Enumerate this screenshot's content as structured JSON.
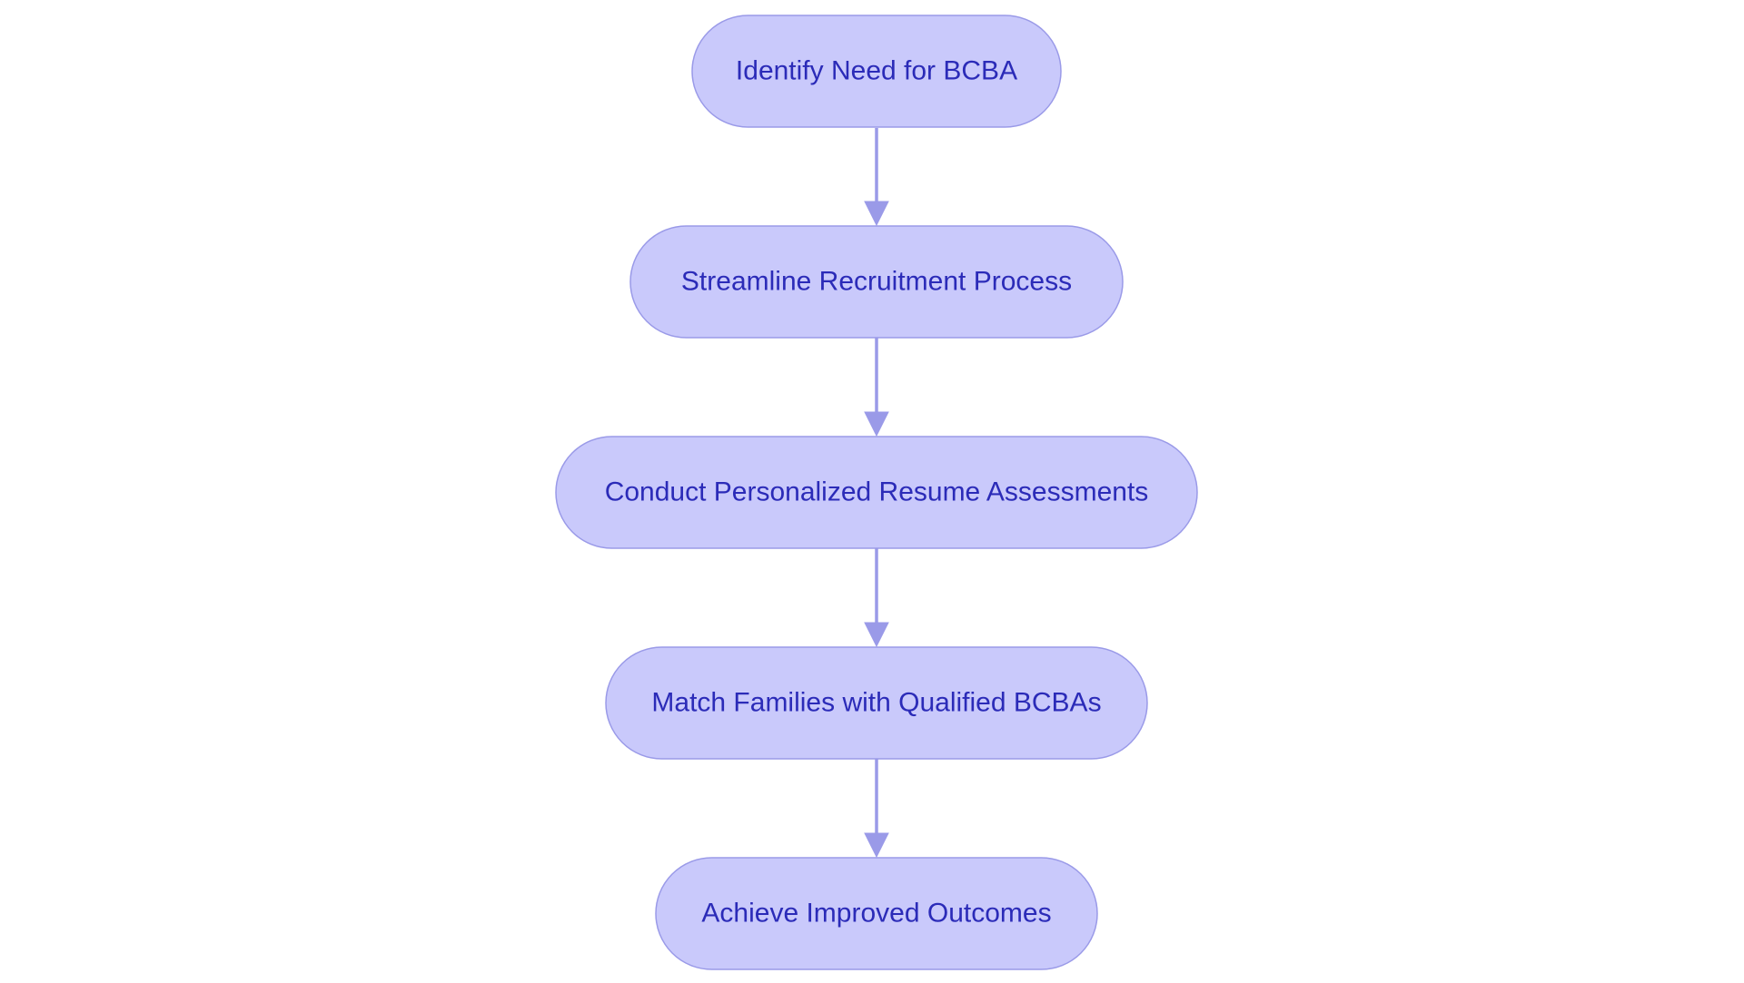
{
  "diagram": {
    "colors": {
      "node_fill": "#c9c9fb",
      "node_stroke": "#9a9ae8",
      "text": "#2b2bb8",
      "edge": "#9a9ae8",
      "background": "#ffffff"
    },
    "nodes": [
      {
        "id": "n1",
        "label": "Identify Need for BCBA"
      },
      {
        "id": "n2",
        "label": "Streamline Recruitment Process"
      },
      {
        "id": "n3",
        "label": "Conduct Personalized Resume Assessments"
      },
      {
        "id": "n4",
        "label": "Match Families with Qualified BCBAs"
      },
      {
        "id": "n5",
        "label": "Achieve Improved Outcomes"
      }
    ],
    "edges": [
      {
        "from": "n1",
        "to": "n2"
      },
      {
        "from": "n2",
        "to": "n3"
      },
      {
        "from": "n3",
        "to": "n4"
      },
      {
        "from": "n4",
        "to": "n5"
      }
    ]
  }
}
